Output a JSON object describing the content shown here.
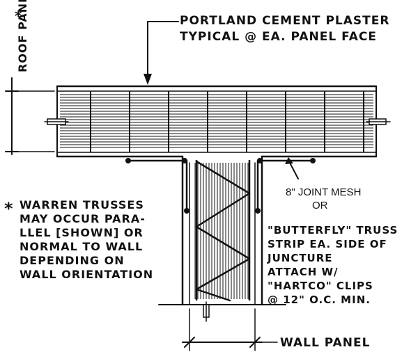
{
  "labels": {
    "roof_panel_marker": "ROOF PANEL",
    "roof_panel_asterisk": "*",
    "plaster_line1": "PORTLAND CEMENT PLASTER",
    "plaster_line2": "TYPICAL @ EA. PANEL FACE",
    "note_asterisk": "*",
    "note_lines": [
      "WARREN TRUSSES",
      "MAY OCCUR PARA-",
      "LLEL [SHOWN] OR",
      "NORMAL TO WALL",
      "DEPENDING ON",
      "WALL ORIENTATION"
    ],
    "mesh_line1": "8\" JOINT MESH",
    "mesh_line2": "OR",
    "strip_lines": [
      "\"BUTTERFLY\" TRUSS",
      "STRIP EA. SIDE OF",
      "JUNCTURE",
      "ATTACH W/",
      "\"HARTCO\" CLIPS",
      "@ 12\" O.C. MIN."
    ],
    "wall_panel": "WALL PANEL"
  },
  "colors": {
    "ink": "#111111",
    "paper": "#ffffff"
  }
}
